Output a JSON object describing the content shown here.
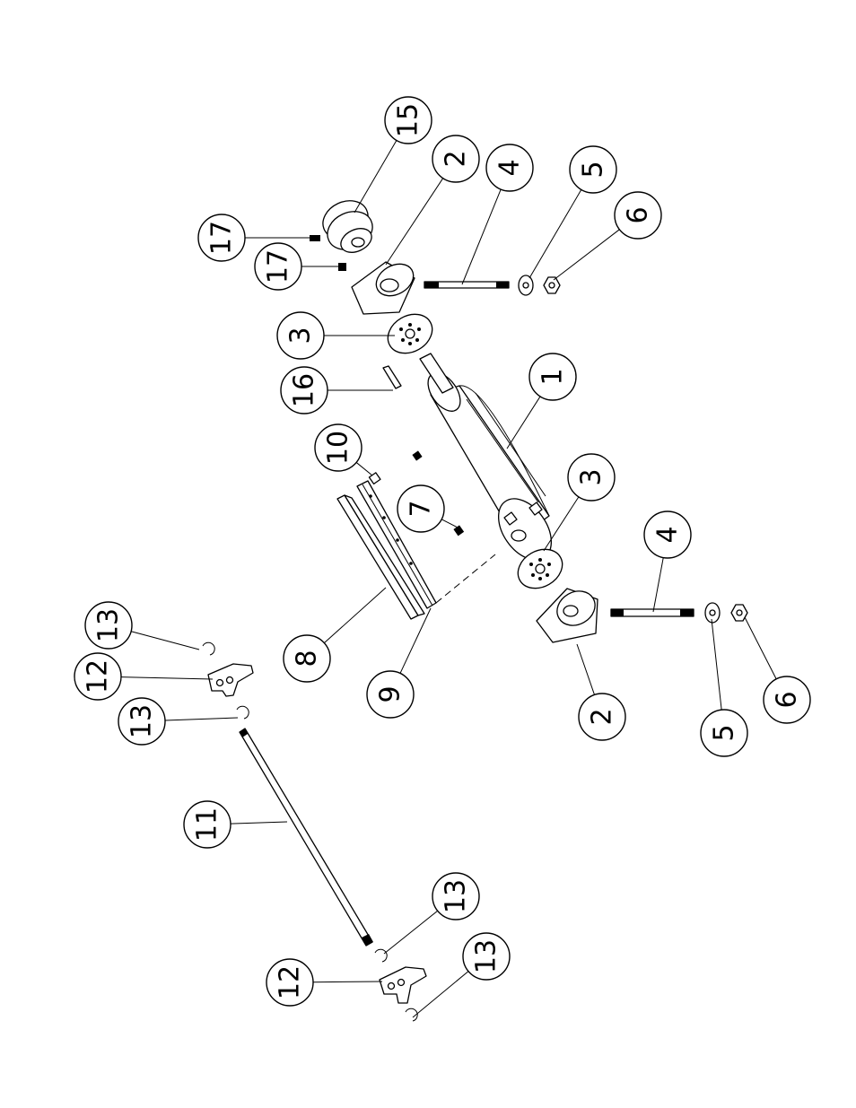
{
  "callouts": [
    {
      "label": "15"
    },
    {
      "label": "2"
    },
    {
      "label": "4"
    },
    {
      "label": "5"
    },
    {
      "label": "6"
    },
    {
      "label": "17"
    },
    {
      "label": "17"
    },
    {
      "label": "3"
    },
    {
      "label": "16"
    },
    {
      "label": "1"
    },
    {
      "label": "10"
    },
    {
      "label": "7"
    },
    {
      "label": "3"
    },
    {
      "label": "4"
    },
    {
      "label": "8"
    },
    {
      "label": "9"
    },
    {
      "label": "2"
    },
    {
      "label": "5"
    },
    {
      "label": "6"
    },
    {
      "label": "13"
    },
    {
      "label": "12"
    },
    {
      "label": "13"
    },
    {
      "label": "11"
    },
    {
      "label": "13"
    },
    {
      "label": "12"
    },
    {
      "label": "13"
    }
  ]
}
